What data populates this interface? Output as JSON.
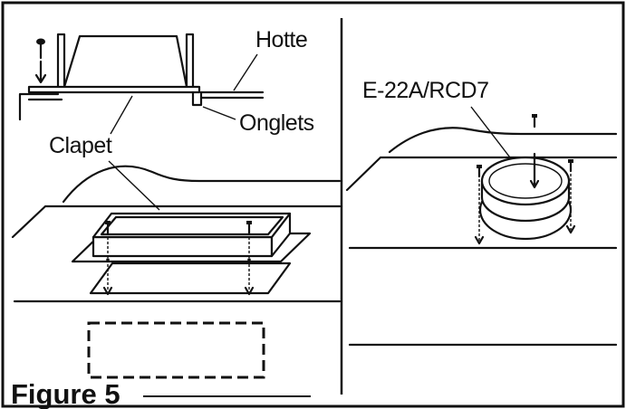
{
  "labels": {
    "hotte": "Hotte",
    "onglets": "Onglets",
    "clapet": "Clapet",
    "part_number": "E-22A/RCD7"
  },
  "caption": {
    "title": "Figure 5"
  },
  "colors": {
    "ink": "#111111",
    "background": "#ffffff"
  }
}
